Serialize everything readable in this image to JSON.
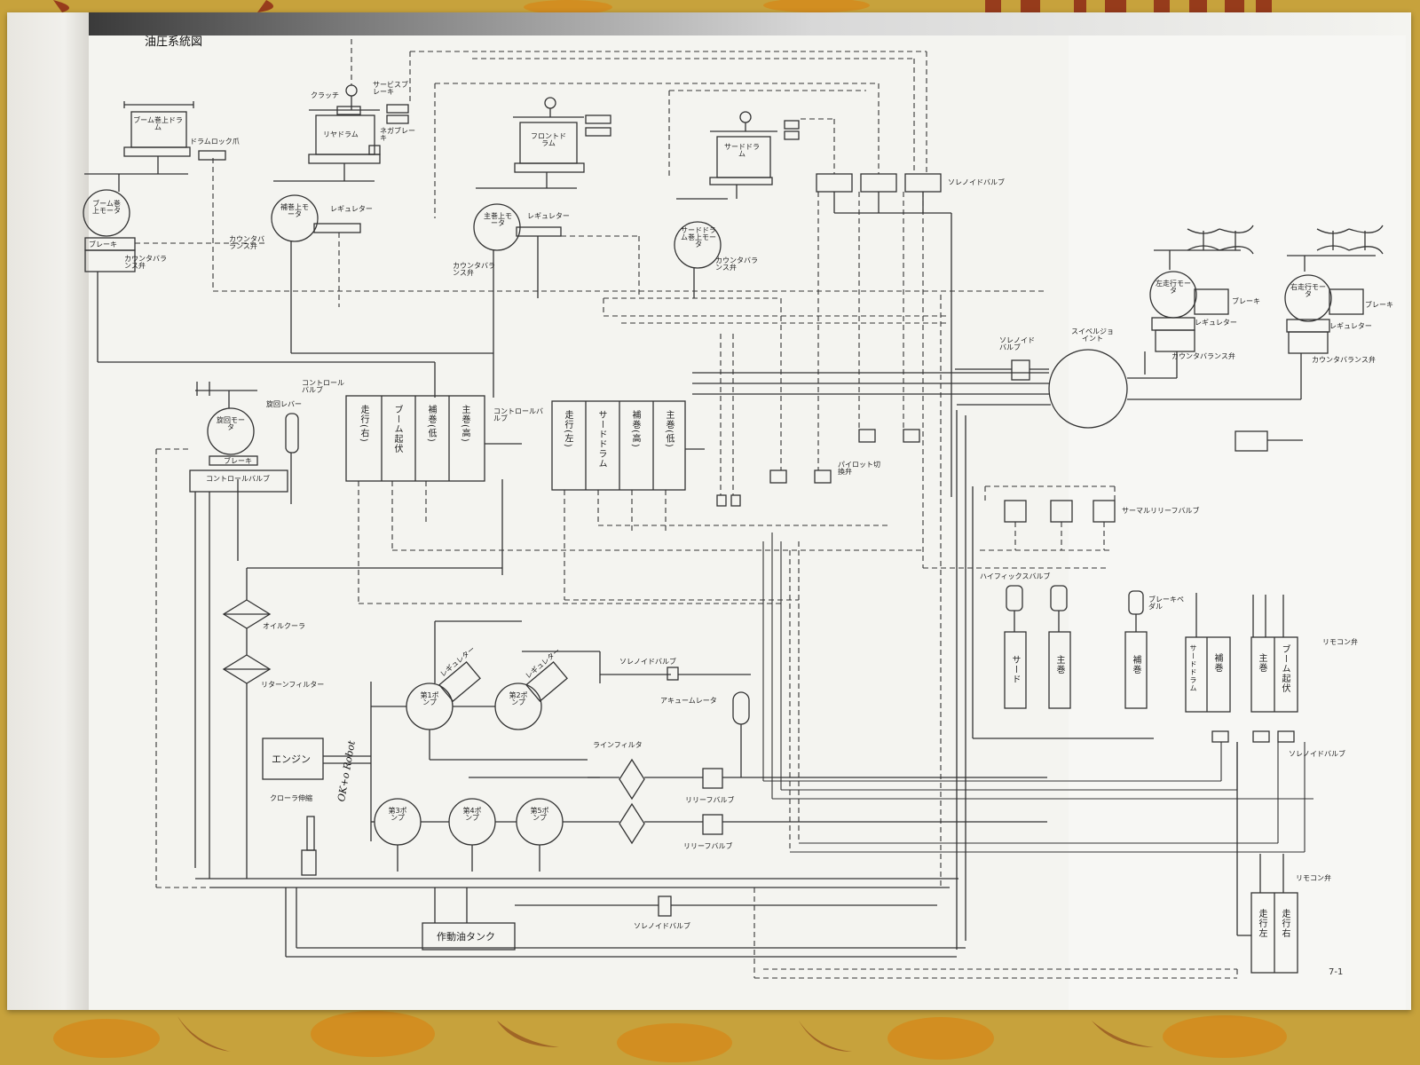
{
  "diagram": {
    "title": "油圧系統図",
    "page_number": "7-1",
    "handwritten_note": "OK+o Robot",
    "labels": {
      "boom_drum": "ブーム巻上ドラム",
      "drum_lock": "ドラムロック爪",
      "boom_motor": "ブーム巻上モータ",
      "boom_brake": "ブレーキ",
      "boom_cb": "カウンタバランス弁",
      "clutch": "クラッチ",
      "service_brake": "サービスブレーキ",
      "rear_drum": "リヤドラム",
      "nega_brake": "ネガブレーキ",
      "aux_motor": "補巻上モータ",
      "aux_reg": "レギュレター",
      "aux_cb": "カウンタバランス弁",
      "front_drum": "フロントドラム",
      "main_motor": "主巻上モータ",
      "main_reg": "レギュレター",
      "main_cb": "カウンタバランス弁",
      "third_drum": "サードドラム",
      "third_motor": "サードドラム巻上モータ",
      "third_cb": "カウンタバランス弁",
      "solenoid_top": "ソレノイドバルブ",
      "left_travel": "左走行モータ",
      "left_brake": "ブレーキ",
      "left_reg": "レギュレター",
      "left_cb": "カウンタバランス弁",
      "right_travel": "右走行モータ",
      "right_brake": "ブレーキ",
      "right_reg": "レギュレター",
      "right_cb": "カウンタバランス弁",
      "swivel": "スイベルジョイント",
      "solenoid_swivel": "ソレノイドバルブ",
      "swing_motor": "旋回モータ",
      "swing_lever": "旋回レバー",
      "swing_brake": "ブレーキ",
      "swing_cv": "コントロールバルブ",
      "cv1": "コントロールバルブ",
      "cv2": "コントロールバルブ",
      "pilot": "パイロット切換弁",
      "thermal": "サーマルリリーフバルブ",
      "high_fix": "ハイフィックスバルブ",
      "brake_pedal": "ブレーキペダル",
      "remote_valve": "リモコン弁",
      "remote_valve2": "リモコン弁",
      "solenoid_remote": "ソレノイドバルブ",
      "oil_cooler": "オイルクーラ",
      "return_filter": "リターンフィルター",
      "engine": "エンジン",
      "crawler": "クローラ伸縮",
      "solenoid_pump": "ソレノイドバルブ",
      "accumulator": "アキュームレータ",
      "line_filter": "ラインフィルタ",
      "relief1": "リリーフバルブ",
      "relief2": "リリーフバルブ",
      "solenoid_tank": "ソレノイドバルブ",
      "tank": "作動油タンク",
      "regulator_p1": "レギュレター",
      "regulator_p2": "レギュレター"
    },
    "cv1_sections": [
      "走行(右)",
      "ブーム起伏",
      "補巻(低)",
      "主巻(高)"
    ],
    "cv2_sections": [
      "走行(左)",
      "サードドラム",
      "補巻(高)",
      "主巻(低)"
    ],
    "pumps": [
      "第1ポンプ",
      "第2ポンプ",
      "第3ポンプ",
      "第4ポンプ",
      "第5ポンプ"
    ],
    "pedal_labels": [
      "サード",
      "主巻",
      "補巻"
    ],
    "lever_labels": [
      "サードドラム",
      "補巻",
      "主巻",
      "ブーム起伏"
    ],
    "travel_levers": [
      "走行左",
      "走行右"
    ]
  }
}
